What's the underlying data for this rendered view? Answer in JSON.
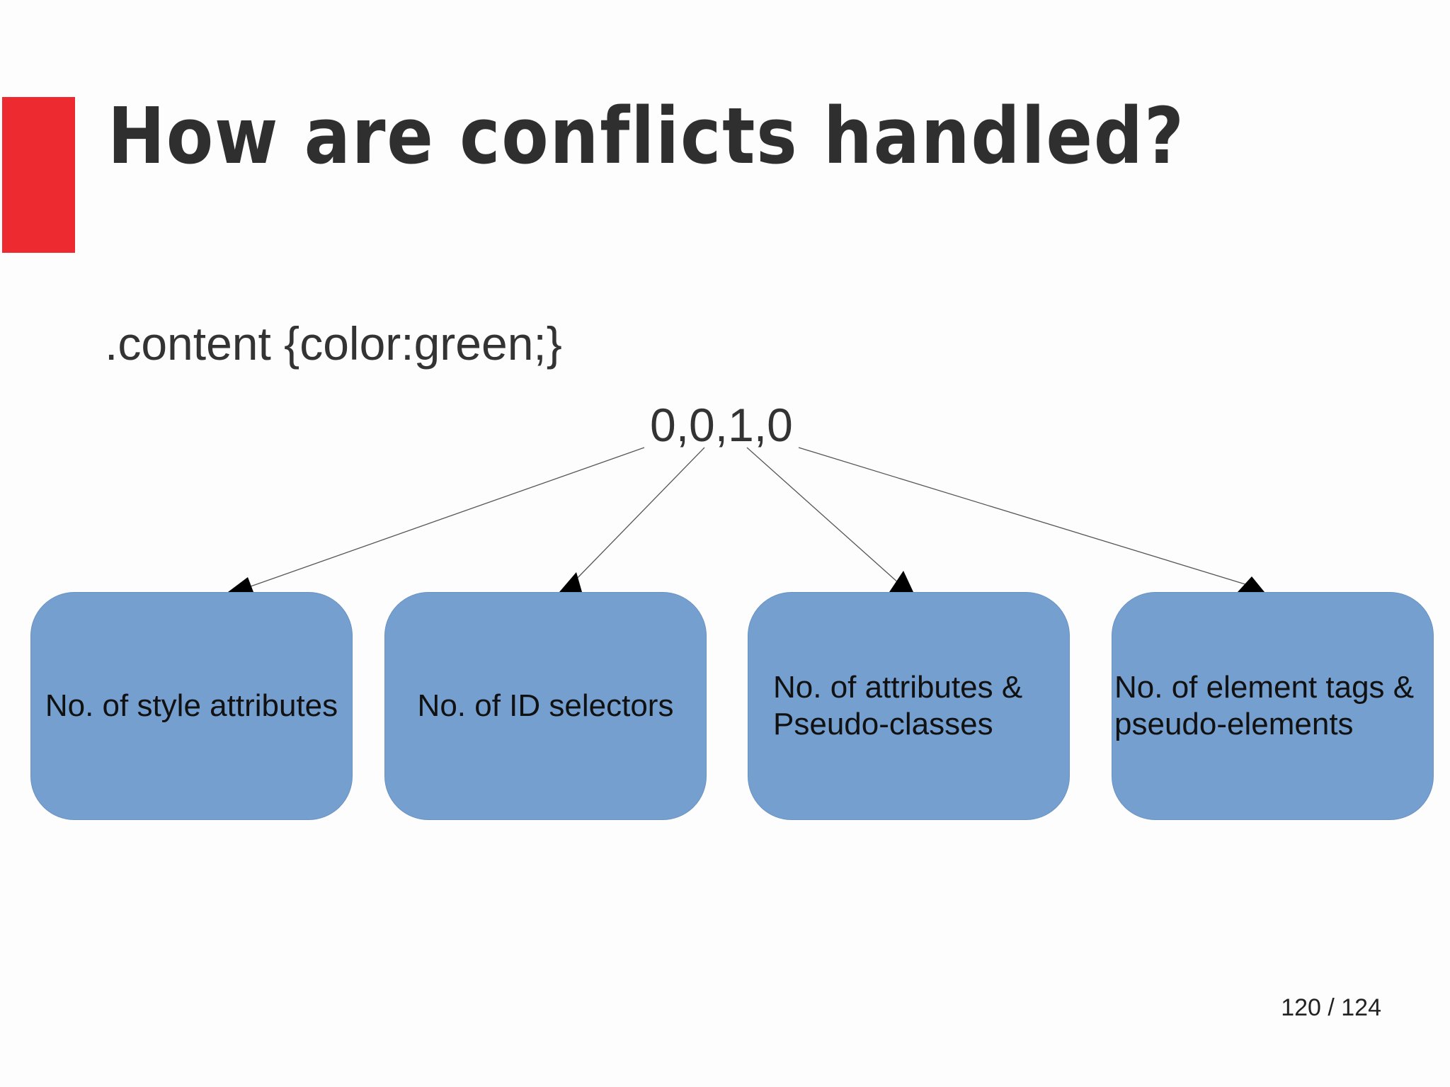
{
  "slide": {
    "title": "How are conflicts handled?",
    "css_rule": ".content {color:green;}",
    "specificity": "0,0,1,0",
    "boxes": [
      {
        "label": "No. of style attributes"
      },
      {
        "label": "No. of ID selectors"
      },
      {
        "label": "No. of attributes &\nPseudo-classes"
      },
      {
        "label": "No. of element tags &\npseudo-elements"
      }
    ],
    "page_counter": "120 / 124"
  },
  "colors": {
    "accent": "#ec2a30",
    "box_fill": "#749fcf",
    "title_text": "#2f2f2f"
  }
}
